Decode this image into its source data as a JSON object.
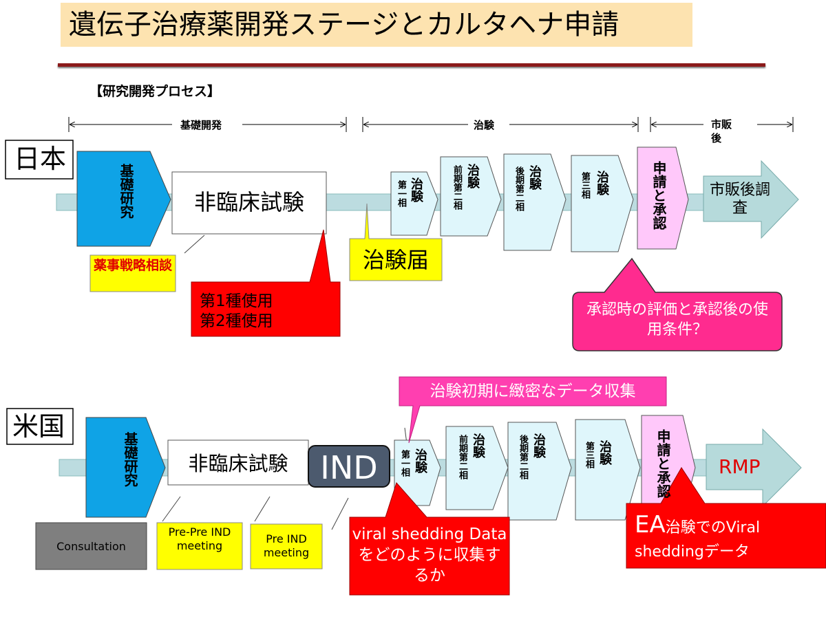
{
  "title": "遺伝子治療薬開発ステージとカルタヘナ申請",
  "process_label": "【研究開発プロセス】",
  "timeline": {
    "basic": "基礎開発",
    "trial": "治験",
    "post": "市販後"
  },
  "japan": {
    "country": "日本",
    "basic_research": "基礎研究",
    "nonclinical": "非臨床試験",
    "phase1": {
      "main": "治験",
      "sub": "第一相"
    },
    "phase2a": {
      "main": "治験",
      "sub": "前期第二相"
    },
    "phase2b": {
      "main": "治験",
      "sub": "後期第二相"
    },
    "phase3": {
      "main": "治験",
      "sub": "第三相"
    },
    "approval": "申請と承認",
    "postmarket": "市販後調査",
    "pharma_consult": "薬事戦略相談",
    "cartagena": "第1種使用\n第2種使用",
    "ctn": "治験届",
    "approval_question": "承認時の評価と承認後の使用条件？"
  },
  "usa": {
    "country": "米国",
    "basic_research": "基礎研究",
    "nonclinical": "非臨床試験",
    "ind": "IND",
    "phase1": {
      "main": "治験",
      "sub": "第一相"
    },
    "phase2a": {
      "main": "治験",
      "sub": "前期第二相"
    },
    "phase2b": {
      "main": "治験",
      "sub": "後期第二相"
    },
    "phase3": {
      "main": "治験",
      "sub": "第三相"
    },
    "approval": "申請と承認",
    "rmp": "RMP",
    "consultation": "Consultation",
    "pre_pre_ind": "Pre-Pre IND meeting",
    "pre_ind": "Pre IND meeting",
    "early_data": "治験初期に緻密なデータ収集",
    "viral_question": "viral shedding Dataをどのように収集するか",
    "ea_prefix": "EA",
    "ea_text": "治験でのViral sheddingデータ"
  },
  "colors": {
    "basic_research": "#0fa3e6",
    "phase": "#dff6fb",
    "approval": "#ffc8fa",
    "axis": "#bcdce0",
    "postmarket": "#b6dadb",
    "yellow": "#ffff00",
    "red": "#ff0000",
    "pink": "#ff2b8f",
    "magenta_banner": "#ff3fb0",
    "ind": "#4c5a6e",
    "consult": "#7f7f7f"
  }
}
